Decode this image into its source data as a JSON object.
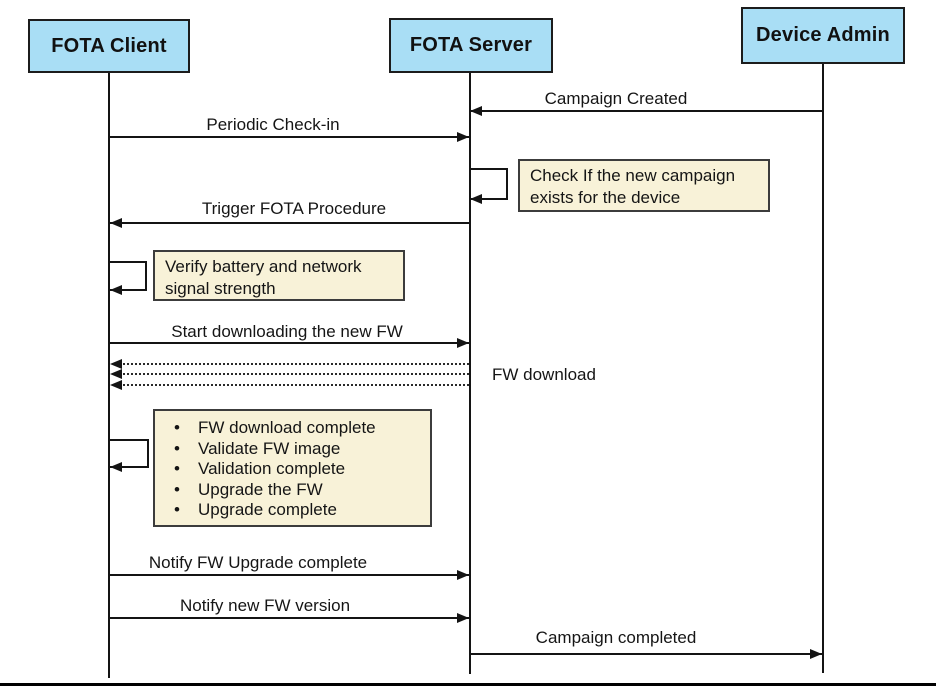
{
  "actors": [
    {
      "label": "FOTA Client"
    },
    {
      "label": "FOTA Server"
    },
    {
      "label": "Device Admin"
    }
  ],
  "messages": [
    {
      "label": "Campaign Created",
      "from": "Device Admin",
      "to": "FOTA Server",
      "line_style": "solid",
      "direction": "left"
    },
    {
      "label": "Periodic Check-in",
      "from": "FOTA Client",
      "to": "FOTA Server",
      "line_style": "solid",
      "direction": "right"
    },
    {
      "label": "Trigger FOTA Procedure",
      "from": "FOTA Server",
      "to": "FOTA Client",
      "line_style": "solid",
      "direction": "left"
    },
    {
      "label": "Start downloading the new FW",
      "from": "FOTA Client",
      "to": "FOTA Server",
      "line_style": "solid",
      "direction": "right"
    },
    {
      "label": "FW download",
      "from": "FOTA Server",
      "to": "FOTA Client",
      "line_style": "dotted",
      "direction": "left",
      "arrow_count": 3
    },
    {
      "label": "Notify FW Upgrade complete",
      "from": "FOTA Client",
      "to": "FOTA Server",
      "line_style": "solid",
      "direction": "right"
    },
    {
      "label": "Notify new FW version",
      "from": "FOTA Client",
      "to": "FOTA Server",
      "line_style": "solid",
      "direction": "right"
    },
    {
      "label": "Campaign completed",
      "from": "FOTA Server",
      "to": "Device Admin",
      "line_style": "solid",
      "direction": "right"
    }
  ],
  "self_loops": [
    {
      "actor": "FOTA Server",
      "note_index": 0
    },
    {
      "actor": "FOTA Client",
      "note_index": 1
    },
    {
      "actor": "FOTA Client",
      "note_index": 2
    }
  ],
  "notes": [
    {
      "lines": [
        "Check If the new campaign",
        "exists for the device"
      ]
    },
    {
      "lines": [
        "Verify battery and network",
        "signal strength"
      ]
    },
    {
      "bullet": "•",
      "items": [
        "FW download complete",
        "Validate FW image",
        "Validation complete",
        "Upgrade the FW",
        "Upgrade complete"
      ]
    }
  ],
  "colors": {
    "actor_fill": "#a9def5",
    "note_fill": "#f8f2d8",
    "line": "#141414",
    "background": "#ffffff"
  }
}
